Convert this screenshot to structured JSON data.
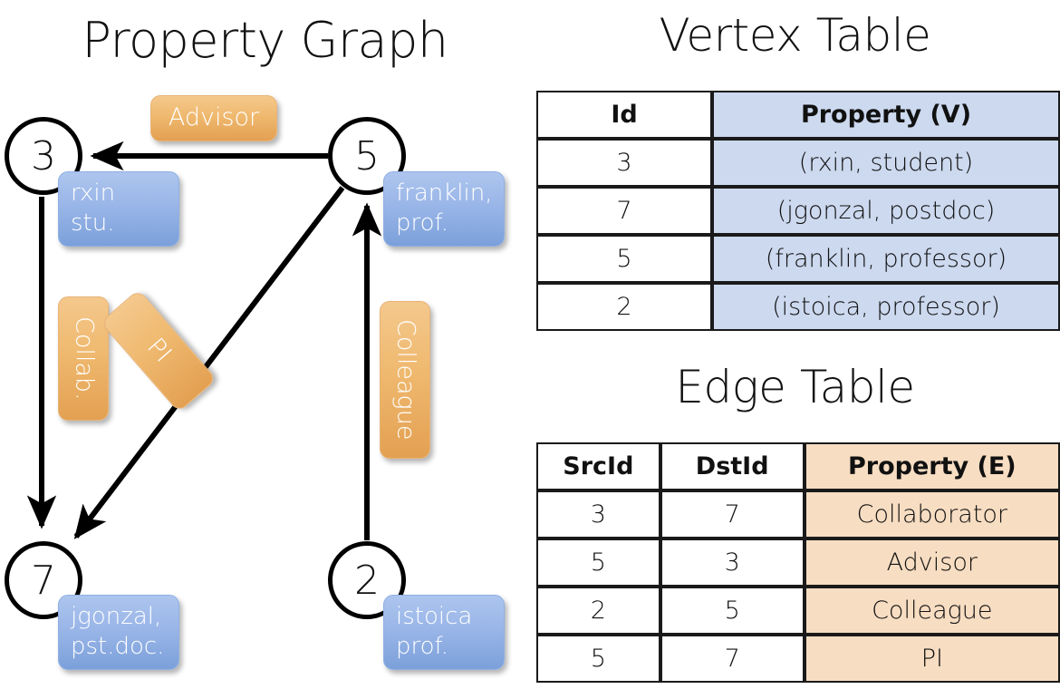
{
  "titles": {
    "property_graph": "Property Graph",
    "vertex_table": "Vertex Table",
    "edge_table": "Edge Table"
  },
  "graph": {
    "nodes": [
      {
        "id": "3",
        "label": "3",
        "property_line1": "rxin",
        "property_line2": "stu."
      },
      {
        "id": "5",
        "label": "5",
        "property_line1": "franklin,",
        "property_line2": "prof."
      },
      {
        "id": "7",
        "label": "7",
        "property_line1": "jgonzal,",
        "property_line2": "pst.doc."
      },
      {
        "id": "2",
        "label": "2",
        "property_line1": "istoica",
        "property_line2": "prof."
      }
    ],
    "edge_labels": {
      "advisor": "Advisor",
      "collab": "Collab.",
      "pi": "PI",
      "colleague": "Colleague"
    }
  },
  "vertex_table": {
    "headers": [
      "Id",
      "Property (V)"
    ],
    "rows": [
      {
        "id": "3",
        "property": "(rxin, student)"
      },
      {
        "id": "7",
        "property": "(jgonzal, postdoc)"
      },
      {
        "id": "5",
        "property": "(franklin, professor)"
      },
      {
        "id": "2",
        "property": "(istoica, professor)"
      }
    ]
  },
  "edge_table": {
    "headers": [
      "SrcId",
      "DstId",
      "Property (E)"
    ],
    "rows": [
      {
        "src": "3",
        "dst": "7",
        "property": "Collaborator"
      },
      {
        "src": "5",
        "dst": "3",
        "property": "Advisor"
      },
      {
        "src": "2",
        "dst": "5",
        "property": "Colleague"
      },
      {
        "src": "5",
        "dst": "7",
        "property": "PI"
      }
    ]
  },
  "colors": {
    "vertex_property_blue": "#9ab6e8",
    "edge_property_orange": "#efb96f",
    "vertex_table_cell": "#ccd9ef",
    "edge_table_cell": "#f7ddc2",
    "stroke": "#000000",
    "background": "#ffffff"
  }
}
